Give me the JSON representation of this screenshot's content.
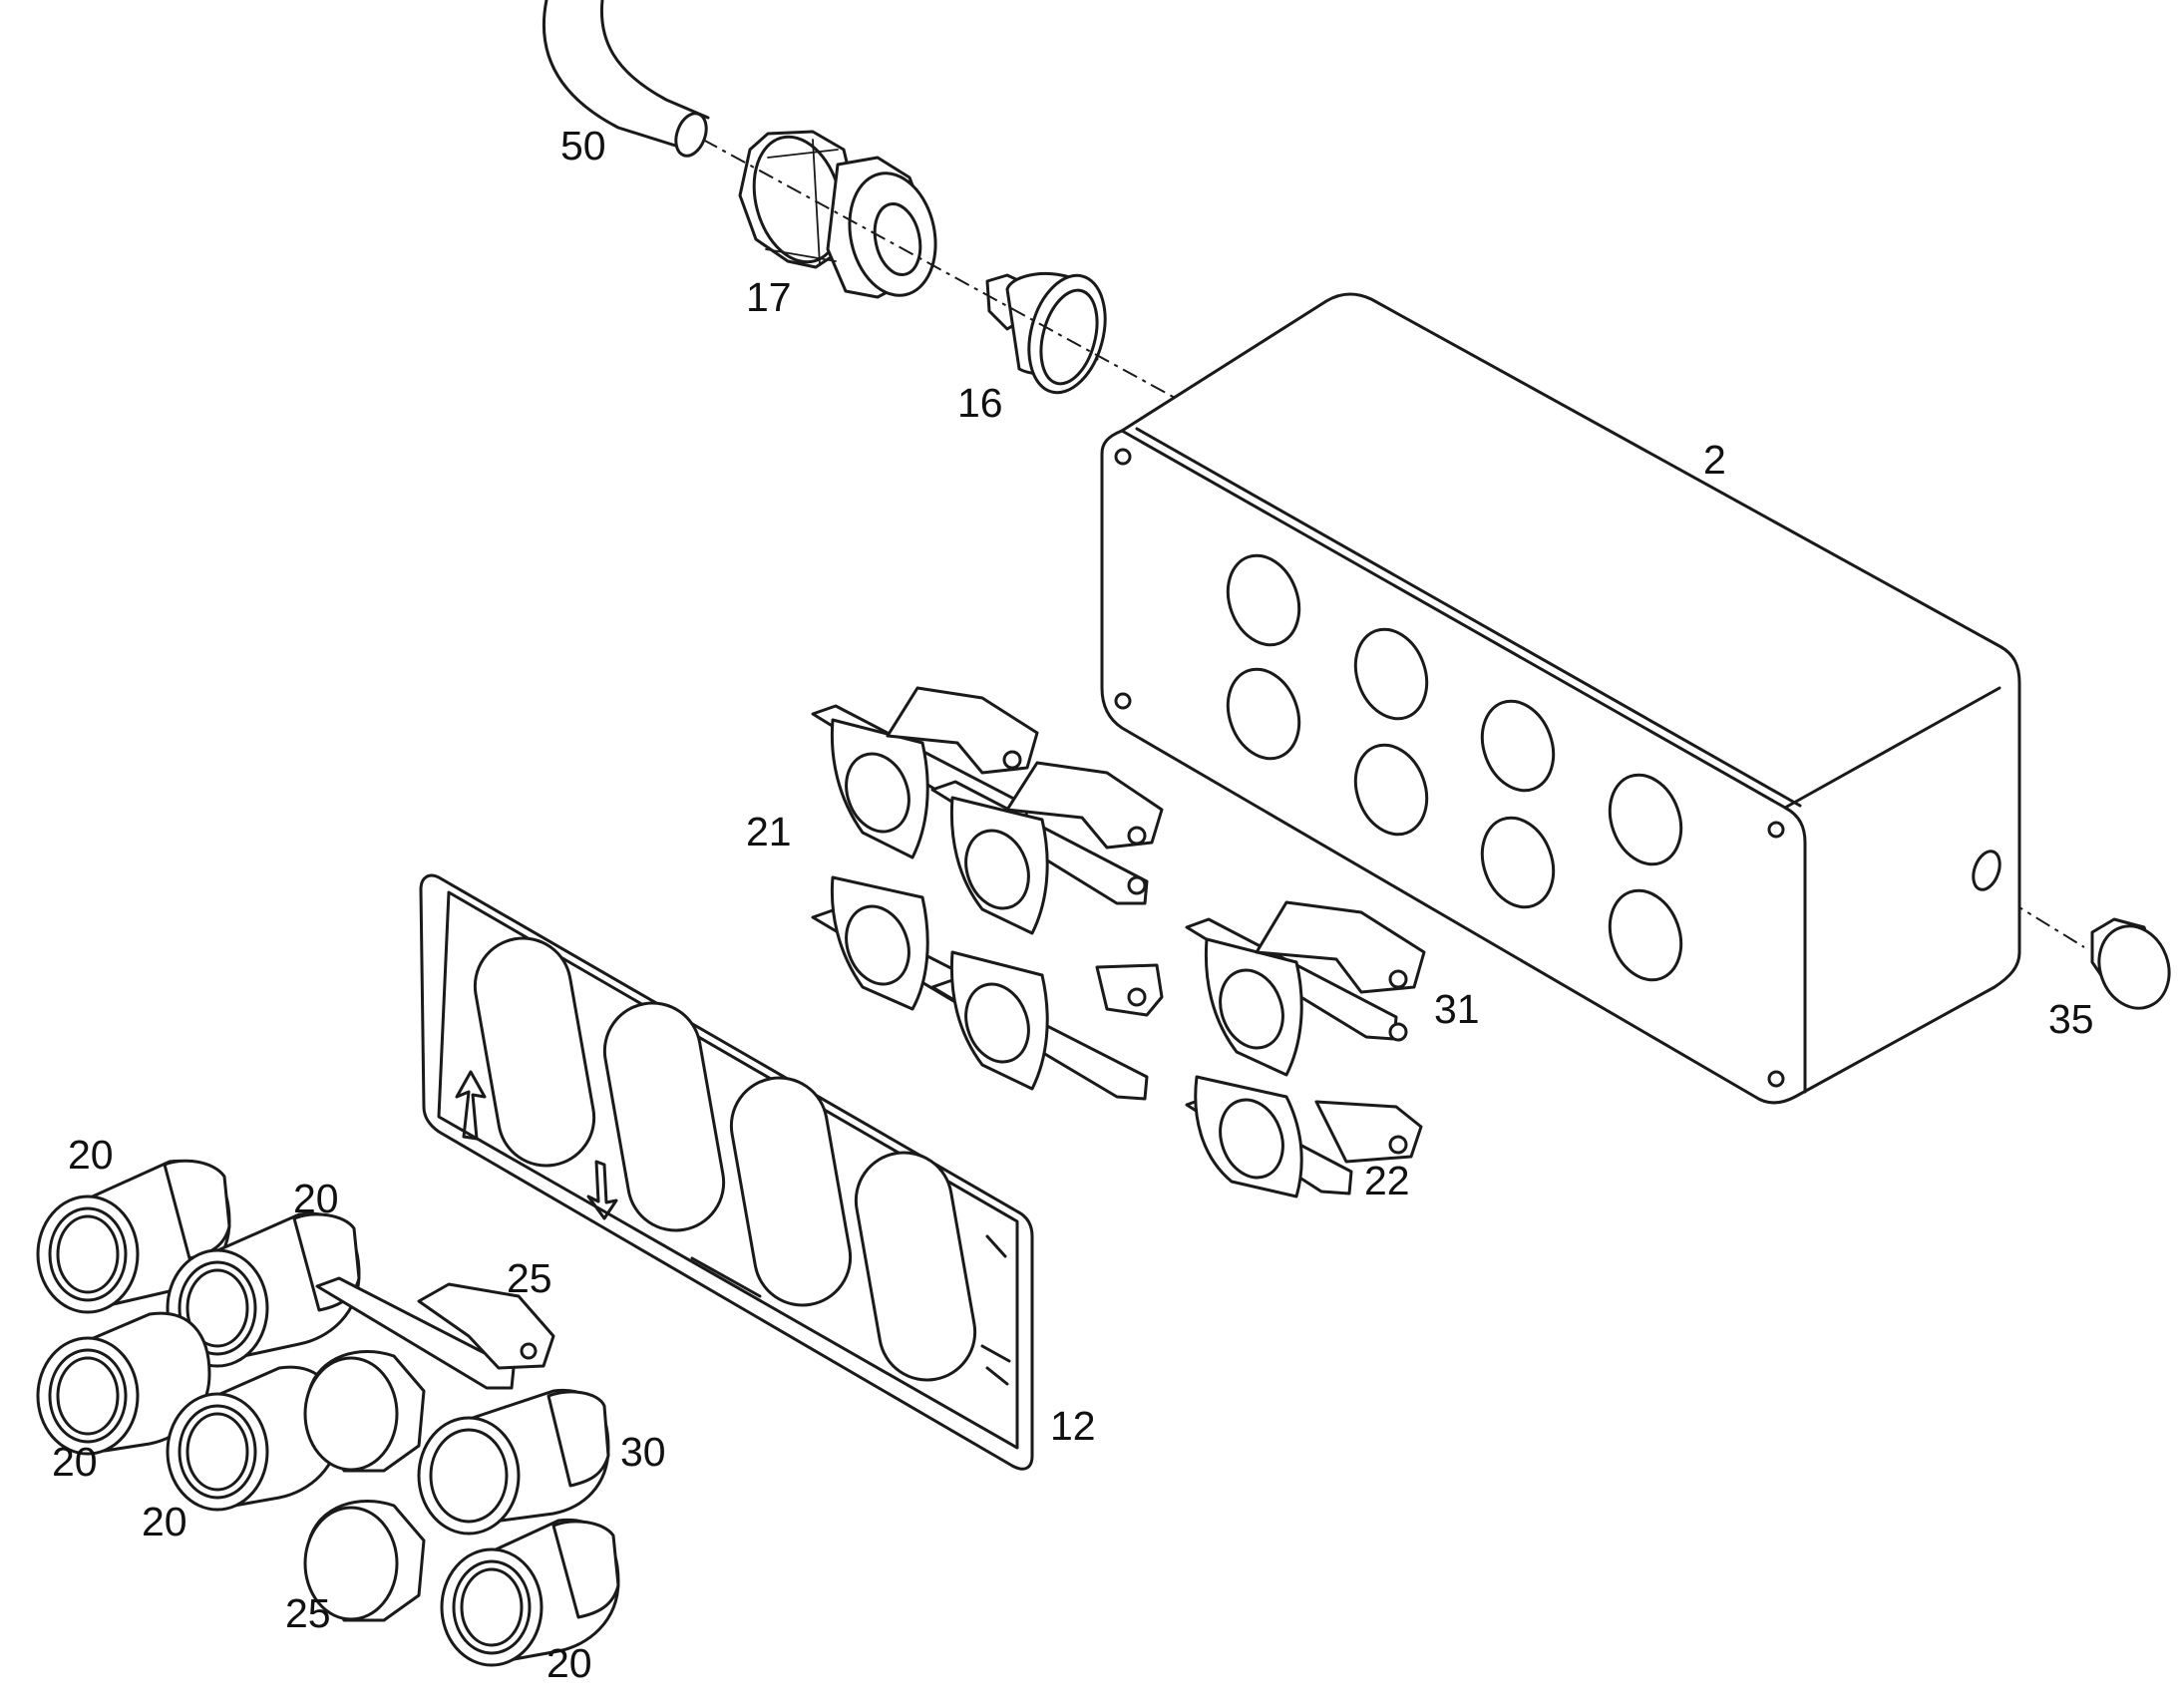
{
  "labels": {
    "p50": "50",
    "p17": "17",
    "p16": "16",
    "p2": "2",
    "p21": "21",
    "p31": "31",
    "p22": "22",
    "p35": "35",
    "p12": "12",
    "p20a": "20",
    "p20b": "20",
    "p20c": "20",
    "p20d": "20",
    "p20e": "20",
    "p25a": "25",
    "p25b": "25",
    "p30": "30"
  }
}
